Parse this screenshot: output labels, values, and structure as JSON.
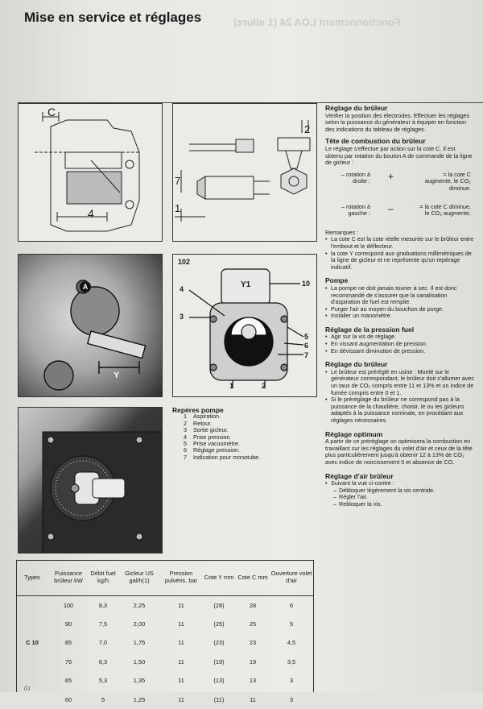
{
  "header": {
    "title": "Mise en service et réglages",
    "ghost": "Fonctionnement LOA 24 (1 allure)"
  },
  "fig_top_left": {
    "c_label": "C",
    "four_label": "4"
  },
  "fig_top_mid": {
    "two_label": "2",
    "seven_label": "7",
    "one_label": "1"
  },
  "photo_left": {
    "a_label": "A",
    "y_label": "Y"
  },
  "pump": {
    "number": "102",
    "y1": "Y1",
    "callouts": {
      "c4": "4",
      "c10": "10",
      "c3": "3",
      "c5": "5",
      "c6": "6",
      "c7": "7",
      "c1": "1",
      "c2": "2"
    }
  },
  "right": {
    "s1_title": "Réglage du brûleur",
    "s1_text": "Vérifier la position des électrodes. Effectuer les réglages selon la puissance du générateur à équiper en fonction des indications du tableau de réglages.",
    "s2_title": "Tête de combustion du brûleur",
    "s2_text": "Le réglage s'effectue par action sur la cote C. Il est obtenu par rotation du bouton A de commande de la ligne de gicleur :",
    "rot1_left": "– rotation à droite :",
    "rot1_sign": "+",
    "rot1_right": "= la cote C augmente, le CO₂ diminue.",
    "rot2_left": "– rotation à gauche :",
    "rot2_sign": "–",
    "rot2_right": "= la cote C diminue, le CO₂ augmente.",
    "remarques": "Remarques :",
    "rem1": "La cote C est la cote réelle mesurée sur le brûleur entre l'embout et le déflecteur.",
    "rem2": "la cote Y correspond aux graduations millimétriques de la ligne de gicleur et ne représente qu'un repérage indicatif.",
    "s3_title": "Pompe",
    "pompe1": "La pompe ne doit jamais touner à sec. Il est donc recommandé de s'assurer que la canalisation d'aspiration de fuel est remplie.",
    "pompe2": "Purger l'air au moyen du bouchon de purge.",
    "pompe3": "Installer un manomètre.",
    "s4_title": "Réglage de la pression fuel",
    "pf1": "Agir sur la vis de réglage.",
    "pf2": "En vissant augmentation de pression.",
    "pf3": "En dévissant diminution de pression.",
    "s5_title": "Réglage du brûleur",
    "rb1": "Le brûleur est préréglé en usine : Monté sur le générateur correspondant, le brûleur doit s'allumer avec un taux de CO₂ compris entre 11 et 13% et un indice de fumée compris entre 0 et 1.",
    "rb2": "Si le préréglage du brûleur ne correspond pas à la puissance de la chaudière, choisir, le ou les gicleurs adaptés à la puissance nominale, en procédant aux réglages nécessaires.",
    "s6_title": "Réglage optimum",
    "opt": "A partir de ce préréglage on optimisera la combustion en travaillant sur les réglages du volet d'air et ceux de la tête plus particulièrement jusqu'à obtenir 12 à 13% de CO₂ avec indice de noircissement 0 et absence de CO.",
    "s7_title": "Réglage d'air brûleur",
    "air1": "Suivant la vue ci-contre :",
    "air2": "Débloquer légèrement la vis centrale.",
    "air3": "Régler l'air.",
    "air4": "Rebloquer la vis."
  },
  "reperes": {
    "title": "Repères pompe",
    "items": [
      {
        "n": "1",
        "t": "Aspiration."
      },
      {
        "n": "2",
        "t": "Retour."
      },
      {
        "n": "3",
        "t": "Sortie gicleur."
      },
      {
        "n": "4",
        "t": "Prise pression."
      },
      {
        "n": "5",
        "t": "Prise vacuomètre."
      },
      {
        "n": "6",
        "t": "Réglage pression."
      },
      {
        "n": "7",
        "t": "Indication pour monotube."
      }
    ]
  },
  "table": {
    "headers": [
      "Types",
      "Puissance brûleur kW",
      "Débit fuel kg/h",
      "Gicleur US gal/h(1)",
      "Pression pulvéris. bar",
      "Cote Y mm",
      "Cote C mm",
      "Ouverture volet d'air"
    ],
    "type_label": "C 10",
    "rows": [
      [
        "100",
        "8,3",
        "2,25",
        "11",
        "(28)",
        "28",
        "6"
      ],
      [
        "90",
        "7,5",
        "2,00",
        "11",
        "(25)",
        "25",
        "5"
      ],
      [
        "85",
        "7,0",
        "1,75",
        "11",
        "(23)",
        "23",
        "4,5"
      ],
      [
        "75",
        "6,3",
        "1,50",
        "11",
        "(19)",
        "19",
        "3,5"
      ],
      [
        "65",
        "5,3",
        "1,35",
        "11",
        "(13)",
        "13",
        "3"
      ],
      [
        "60",
        "5",
        "1,25",
        "11",
        "(11)",
        "11",
        "3"
      ]
    ]
  }
}
